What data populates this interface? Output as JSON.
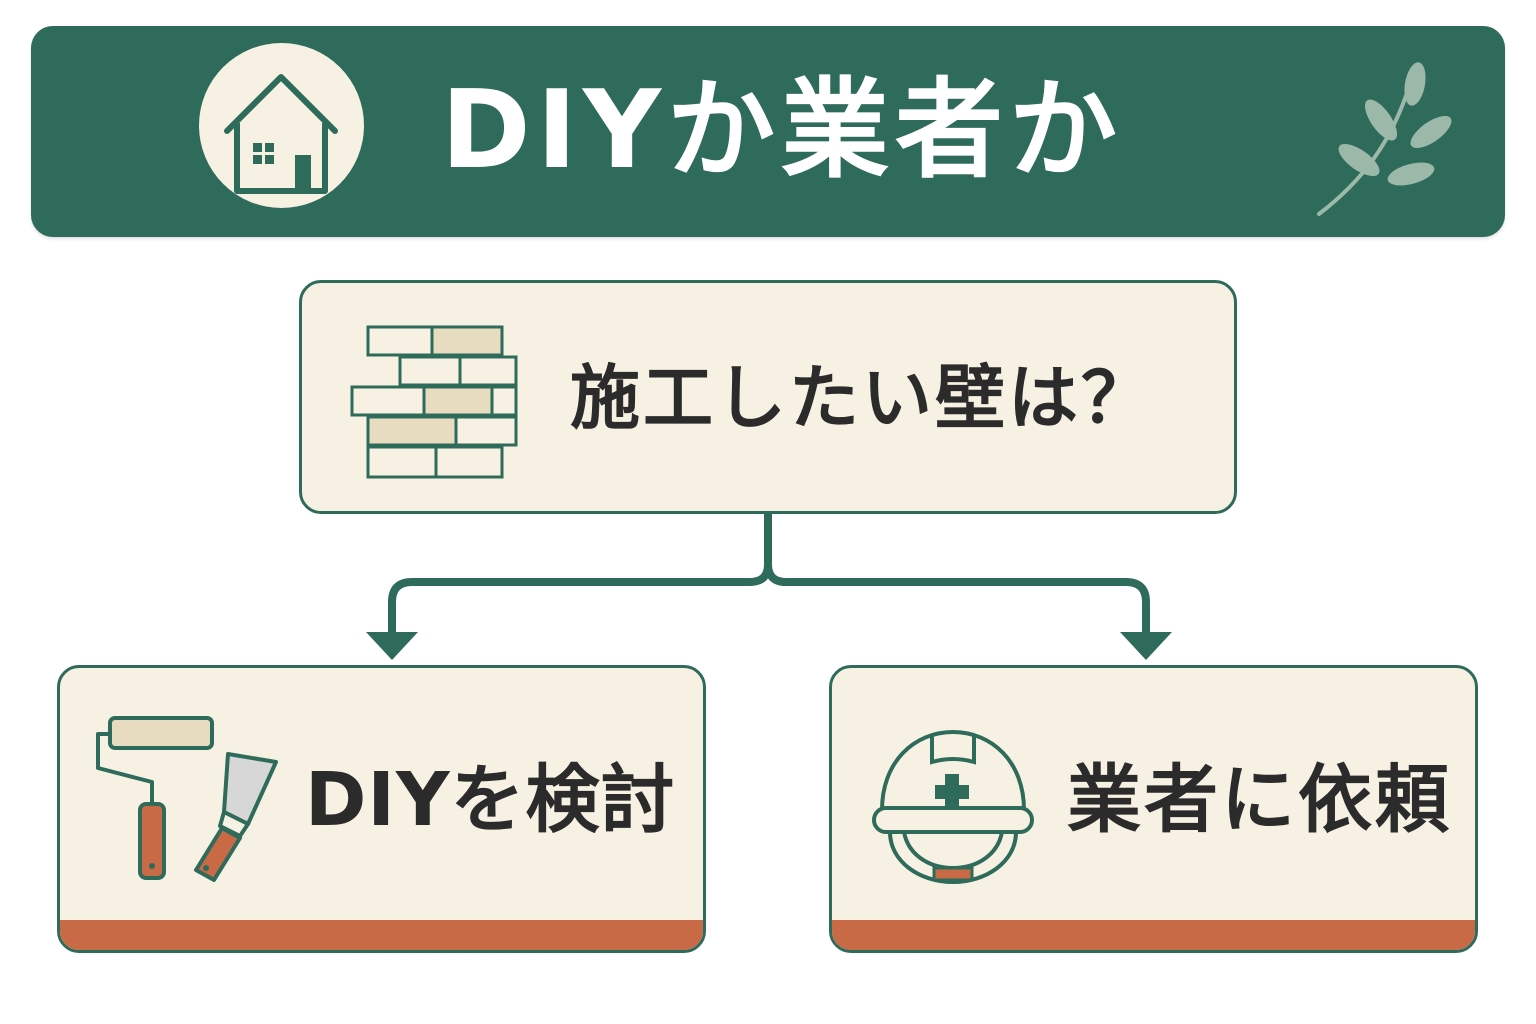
{
  "header": {
    "title": "DIYか業者か",
    "home_icon": "house-icon",
    "decor_icon": "leaf-branch-icon"
  },
  "question": {
    "label": "施工したい壁は？",
    "icon": "brick-wall-icon"
  },
  "options": [
    {
      "label": "DIYを検討",
      "icon": "paint-roller-and-scraper-icon"
    },
    {
      "label": "業者に依頼",
      "icon": "hard-hat-icon"
    }
  ],
  "colors": {
    "primary_green": "#2f6b5a",
    "cream": "#f7f1e4",
    "accent_orange": "#c86a45",
    "text_dark": "#2b2b2b"
  }
}
